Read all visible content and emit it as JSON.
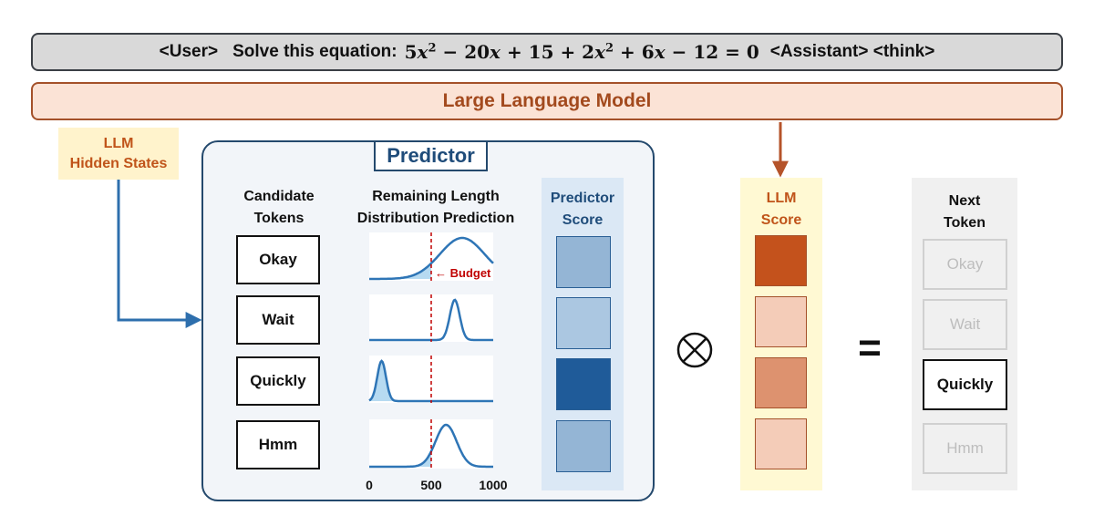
{
  "prompt": {
    "user_tag": "<User>",
    "instruction": "Solve this equation:",
    "equation": {
      "t1": "5",
      "v": "x",
      "sq": "2",
      "op1": " − 20",
      "op2": " + 15 + 2",
      "op3": " + 6",
      "op4": " − 12 = 0"
    },
    "assistant_tag": "<Assistant> <think>"
  },
  "llm_bar": {
    "label": "Large Language Model"
  },
  "hidden_states": {
    "line1": "LLM",
    "line2": "Hidden States"
  },
  "predictor": {
    "title": "Predictor",
    "candidate_header": {
      "line1": "Candidate",
      "line2": "Tokens"
    },
    "distribution_header": {
      "line1": "Remaining Length",
      "line2": "Distribution Prediction"
    },
    "score_header": {
      "line1": "Predictor",
      "line2": "Score"
    },
    "budget_label": "← Budget",
    "axis": {
      "ticks": [
        "0",
        "500",
        "1000"
      ],
      "min": 0,
      "max": 1000,
      "budget": 500
    },
    "candidates": [
      {
        "token": "Okay",
        "dist_mean": 750,
        "dist_sd": 180,
        "predictor_score": 0.35
      },
      {
        "token": "Wait",
        "dist_mean": 690,
        "dist_sd": 40,
        "predictor_score": 0.22
      },
      {
        "token": "Quickly",
        "dist_mean": 100,
        "dist_sd": 35,
        "predictor_score": 1.0
      },
      {
        "token": "Hmm",
        "dist_mean": 620,
        "dist_sd": 85,
        "predictor_score": 0.35
      }
    ]
  },
  "llm_score": {
    "header": {
      "line1": "LLM",
      "line2": "Score"
    },
    "values": [
      1.0,
      0.15,
      0.55,
      0.15
    ]
  },
  "operators": {
    "equals": "="
  },
  "next_token": {
    "header": {
      "line1": "Next",
      "line2": "Token"
    },
    "options": [
      "Okay",
      "Wait",
      "Quickly",
      "Hmm"
    ],
    "selected": "Quickly"
  },
  "colors": {
    "predictor_low": "#d3e5f5",
    "predictor_high": "#1f5b99",
    "llm_low": "#fce1d4",
    "llm_high": "#c4521c",
    "curve": "#2e75b6",
    "budget_line": "#c00000",
    "arrow_blue": "#2e6fad",
    "arrow_orange": "#b5532a"
  }
}
